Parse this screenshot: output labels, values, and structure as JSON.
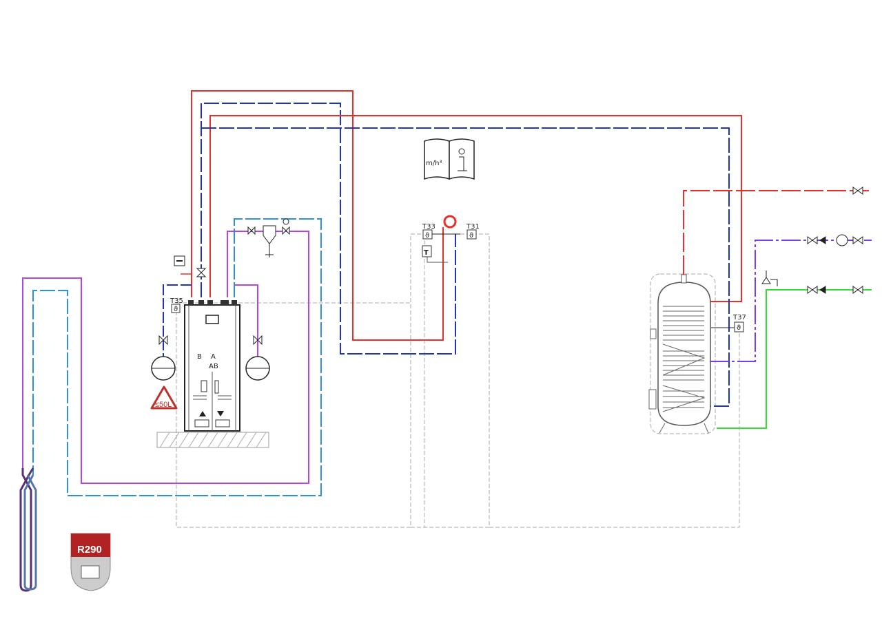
{
  "diagram": {
    "sensors": {
      "t35": "T35",
      "t33": "T33",
      "t31": "T31",
      "t37": "T37"
    },
    "manual_icon": {
      "unit_label": "m/h³"
    },
    "warning": {
      "label": "≤50L"
    },
    "refrigerant_badge": {
      "label": "R290"
    },
    "unit_labels": {
      "port_b": "B",
      "port_a": "A",
      "port_ab": "AB"
    },
    "colors": {
      "flow_red": "#e8302a",
      "return_blue": "#2233bb",
      "brine_blue": "#2b8fe6",
      "brine_purple": "#b046e6",
      "circulation_violet": "#7a3fe0",
      "cold_water_green": "#35dd35",
      "badge_red": "#b22222"
    }
  }
}
